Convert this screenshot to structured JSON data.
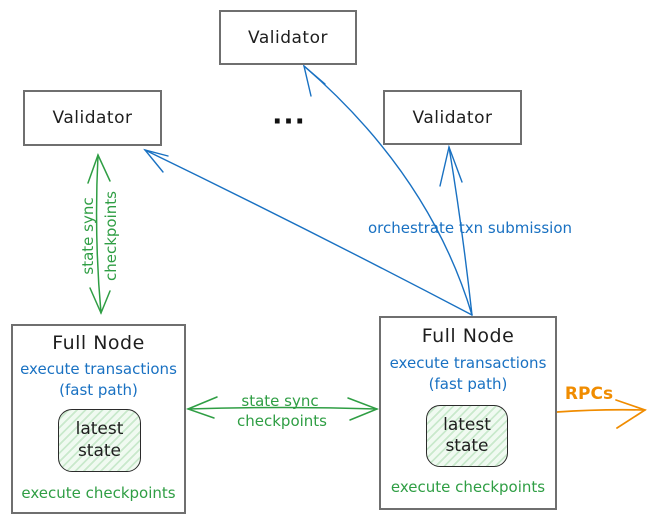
{
  "diagram": {
    "validators": {
      "top": "Validator",
      "left": "Validator",
      "right": "Validator"
    },
    "ellipsis": "...",
    "full_node_left": {
      "title": "Full Node",
      "exec_transactions": "execute transactions",
      "fast_path": "(fast path)",
      "state_word1": "latest",
      "state_word2": "state",
      "exec_checkpoints": "execute checkpoints"
    },
    "full_node_right": {
      "title": "Full Node",
      "exec_transactions": "execute transactions",
      "fast_path": "(fast path)",
      "state_word1": "latest",
      "state_word2": "state",
      "exec_checkpoints": "execute checkpoints"
    },
    "edges": {
      "left_state_sync": {
        "line1": "state sync",
        "line2": "checkpoints"
      },
      "mid_state_sync": {
        "line1": "state sync",
        "line2": "checkpoints"
      },
      "orchestrate": "orchestrate txn submission",
      "rpcs": "RPCs"
    },
    "colors": {
      "blue": "#1971c2",
      "green": "#2f9e44",
      "orange": "#f08c00",
      "ink": "#1e1e1e",
      "box_border": "#6f6f6f",
      "state_fill": "#f0faf1",
      "state_hatch": "#c9e9cc"
    }
  }
}
